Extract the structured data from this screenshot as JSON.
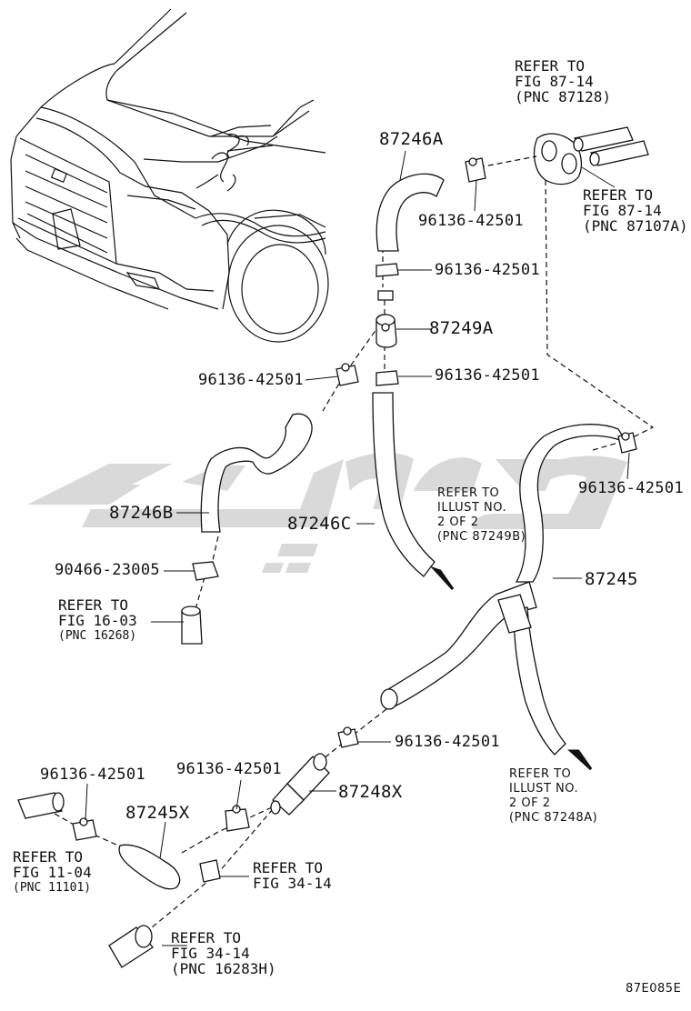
{
  "figure_code": "87E085E",
  "watermark": "آریا",
  "parts": {
    "p87246A": "87246A",
    "p87249A": "87249A",
    "p87246B": "87246B",
    "p87246C": "87246C",
    "p87245": "87245",
    "p87245X": "87245X",
    "p87248X": "87248X",
    "clip_90466": "90466-23005",
    "clamp_1": "96136-42501",
    "clamp_2": "96136-42501",
    "clamp_3": "96136-42501",
    "clamp_4": "96136-42501",
    "clamp_5": "96136-42501",
    "clamp_6": "96136-42501",
    "clamp_7": "96136-42501",
    "clamp_8": "96136-42501"
  },
  "notes": {
    "ref_87128": [
      "REFER TO",
      "FIG 87-14",
      "(PNC 87128)"
    ],
    "ref_87107A": [
      "REFER TO",
      "FIG 87-14",
      "(PNC 87107A)"
    ],
    "ref_87249B": [
      "REFER TO",
      "ILLUST NO.",
      "2 OF 2",
      "(PNC 87249B)"
    ],
    "ref_16268": [
      "REFER TO",
      "FIG 16-03",
      "(PNC 16268)"
    ],
    "ref_87248A": [
      "REFER TO",
      "ILLUST NO.",
      "2 OF 2",
      "(PNC 87248A)"
    ],
    "ref_11101": [
      "REFER TO",
      "FIG 11-04",
      "(PNC 11101)"
    ],
    "ref_34_14": [
      "REFER TO",
      "FIG 34-14"
    ],
    "ref_16283H": [
      "REFER TO",
      "FIG 34-14",
      "(PNC 16283H)"
    ]
  }
}
